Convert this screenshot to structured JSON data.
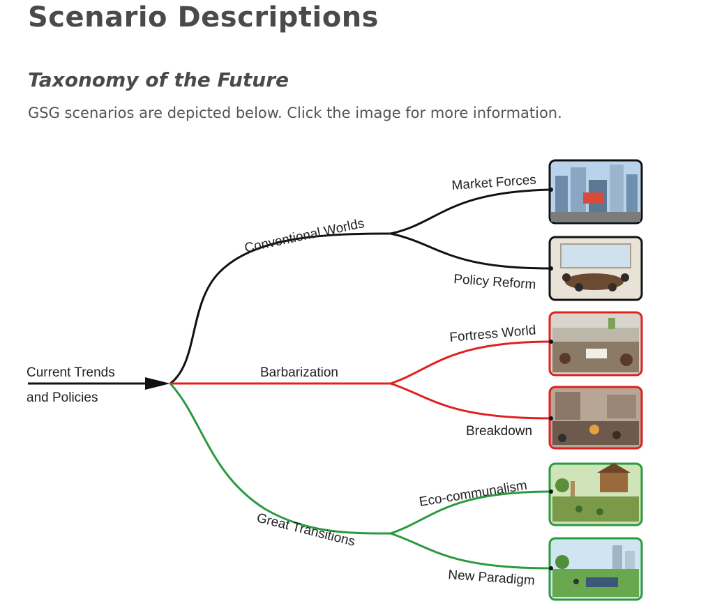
{
  "page": {
    "title": "Scenario Descriptions",
    "section_title": "Taxonomy of the Future",
    "intro": "GSG scenarios are depicted below. Click the image for more information."
  },
  "diagram": {
    "root_label_line1": "Current Trends",
    "root_label_line2": "and Policies",
    "branches": {
      "conventional": {
        "label": "Conventional Worlds",
        "color": "#111111"
      },
      "barbarization": {
        "label": "Barbarization",
        "color": "#e02020"
      },
      "great": {
        "label": "Great Transitions",
        "color": "#2a9a3e"
      }
    },
    "scenarios": {
      "market": {
        "label": "Market Forces"
      },
      "policy": {
        "label": "Policy Reform"
      },
      "fortress": {
        "label": "Fortress World"
      },
      "breakdown": {
        "label": "Breakdown"
      },
      "eco": {
        "label": "Eco-communalism"
      },
      "paradigm": {
        "label": "New Paradigm"
      }
    }
  }
}
